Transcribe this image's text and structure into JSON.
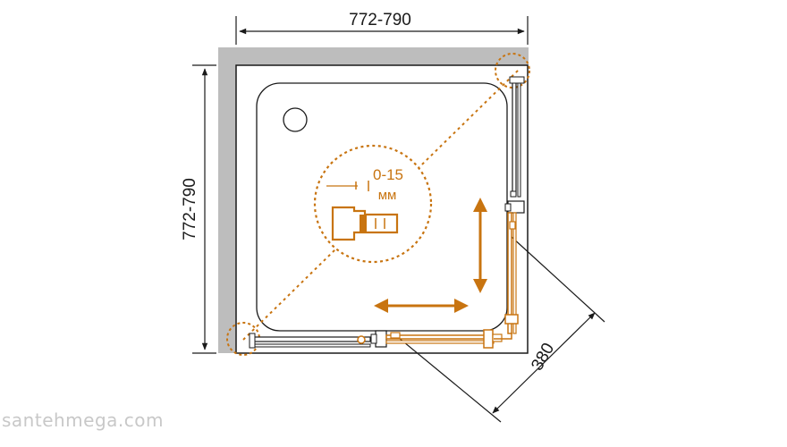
{
  "dimensions": {
    "width": "772-790",
    "depth": "772-790",
    "door_diagonal": "380"
  },
  "detail": {
    "gap": "0-15",
    "unit": "мм"
  },
  "watermark": "santehmega.com",
  "colors": {
    "line": "#1a1a1a",
    "wall": "#bdbdbd",
    "accent": "#c87410",
    "watermark": "#c8c8c8"
  }
}
